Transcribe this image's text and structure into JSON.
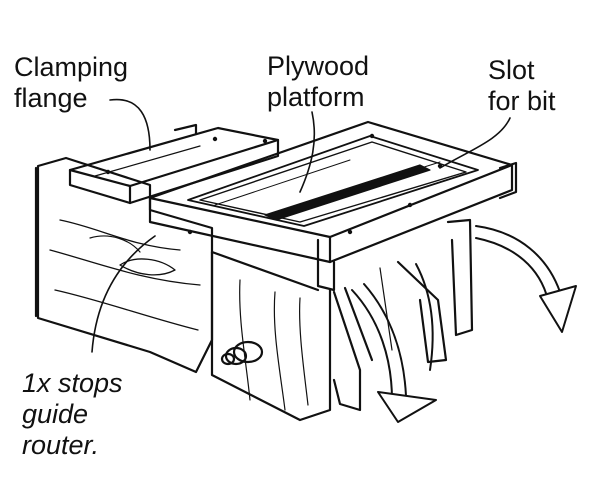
{
  "labels": {
    "clamping_flange": [
      "Clamping",
      "flange"
    ],
    "plywood_platform": [
      "Plywood",
      "platform"
    ],
    "slot_for_bit": [
      "Slot",
      "for bit"
    ],
    "stops": [
      "1x stops",
      "guide",
      "router."
    ]
  },
  "colors": {
    "ink": "#111111",
    "paper": "#ffffff"
  }
}
